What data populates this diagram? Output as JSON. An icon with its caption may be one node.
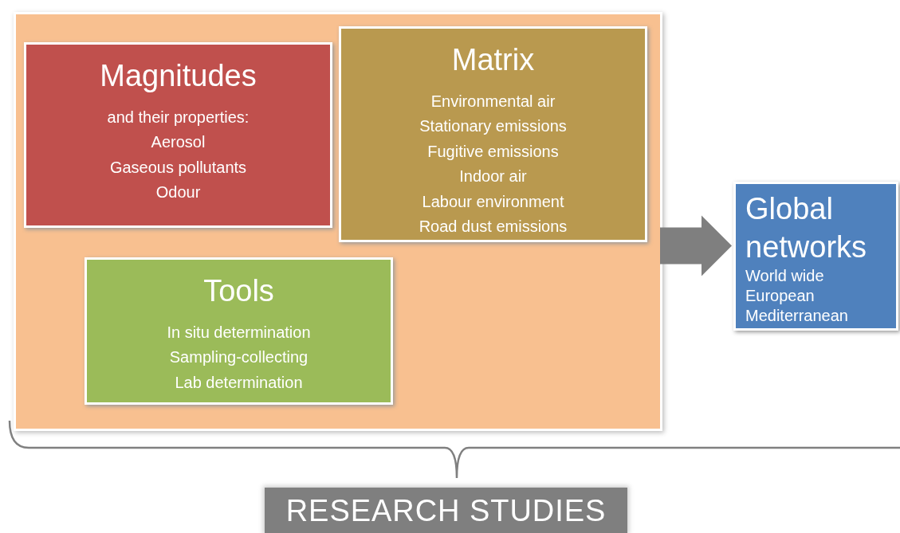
{
  "diagram": {
    "nodes": [
      {
        "text": [],
        "shape": "box"
      },
      {
        "text": [
          "Magnitudes",
          "and their properties:",
          "Aerosol",
          "Gaseous pollutants",
          "Odour"
        ],
        "in": 0
      },
      {
        "text": [
          "Matrix",
          "Environmental air",
          "Stationary emissions",
          "Fugitive emissions",
          "Indoor air",
          "Labour environment",
          "Road dust emissions"
        ],
        "in": 0
      },
      {
        "text": [
          "Tools",
          "In situ determination",
          "Sampling-collecting",
          "Lab determination"
        ],
        "in": 0
      },
      {
        "text": [
          "Global networks",
          "World wide",
          "European",
          "Mediterranean"
        ]
      },
      {
        "text": [
          "RESEARCH STUDIES"
        ]
      }
    ],
    "edges": [
      {
        "from": 0,
        "to": 4,
        "arrow": "to",
        "style": "thick",
        "color": "#7f7f7f"
      }
    ]
  }
}
